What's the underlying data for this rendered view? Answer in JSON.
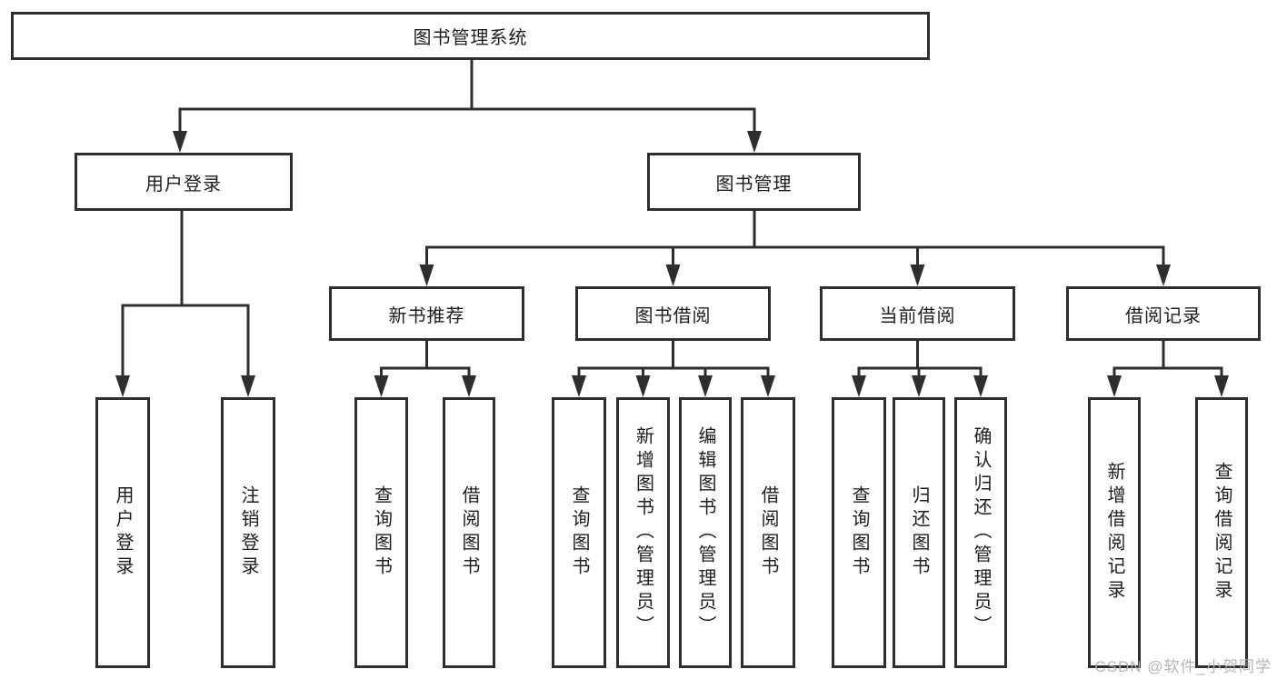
{
  "tree": {
    "root": "图书管理系统",
    "user": {
      "label": "用户登录",
      "children": [
        "用户登录",
        "注销登录"
      ]
    },
    "book": {
      "label": "图书管理",
      "groups": [
        {
          "label": "新书推荐",
          "children": [
            "查询图书",
            "借阅图书"
          ]
        },
        {
          "label": "图书借阅",
          "children": [
            "查询图书",
            "新增图书（管理员）",
            "编辑图书（管理员）",
            "借阅图书"
          ]
        },
        {
          "label": "当前借阅",
          "children": [
            "查询图书",
            "归还图书",
            "确认归还（管理员）"
          ]
        },
        {
          "label": "借阅记录",
          "children": [
            "新增借阅记录",
            "查询借阅记录"
          ]
        }
      ]
    }
  },
  "watermark": "CSDN @软件_小贺同学",
  "colors": {
    "line": "#2e2e2e",
    "box_border": "#2e2e2e",
    "text": "#1d1d1d",
    "watermark": "#afafaf",
    "background": "#ffffff"
  }
}
